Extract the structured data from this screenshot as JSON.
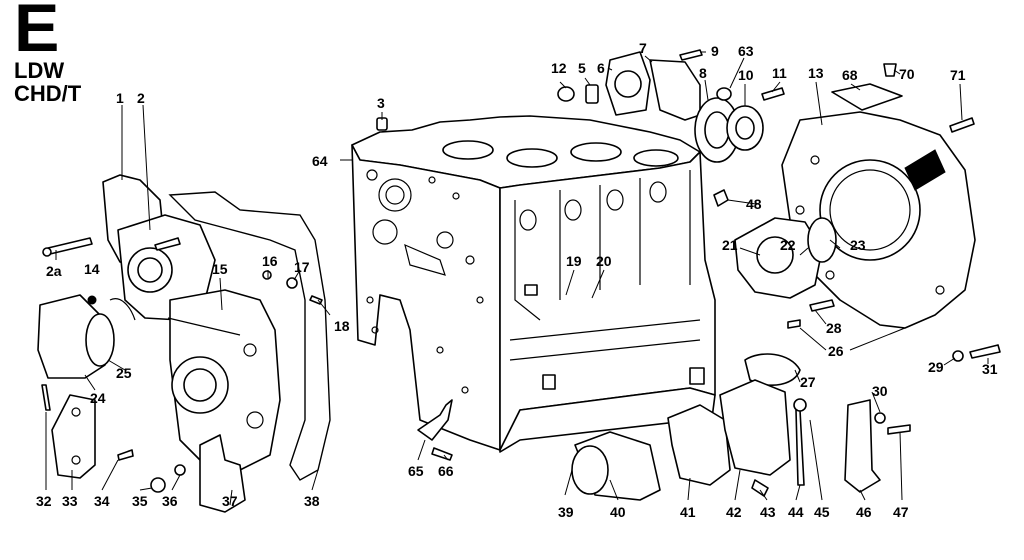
{
  "header": {
    "section_letter": "E",
    "model_line_1": "LDW",
    "model_line_2": "CHD/T"
  },
  "callouts": [
    {
      "id": "c1",
      "label": "1"
    },
    {
      "id": "c2",
      "label": "2"
    },
    {
      "id": "c2a",
      "label": "2a"
    },
    {
      "id": "c3",
      "label": "3"
    },
    {
      "id": "c5",
      "label": "5"
    },
    {
      "id": "c6",
      "label": "6"
    },
    {
      "id": "c7",
      "label": "7"
    },
    {
      "id": "c8",
      "label": "8"
    },
    {
      "id": "c9",
      "label": "9"
    },
    {
      "id": "c10",
      "label": "10"
    },
    {
      "id": "c11",
      "label": "11"
    },
    {
      "id": "c12",
      "label": "12"
    },
    {
      "id": "c13",
      "label": "13"
    },
    {
      "id": "c14",
      "label": "14"
    },
    {
      "id": "c15",
      "label": "15"
    },
    {
      "id": "c16",
      "label": "16"
    },
    {
      "id": "c17",
      "label": "17"
    },
    {
      "id": "c18",
      "label": "18"
    },
    {
      "id": "c19",
      "label": "19"
    },
    {
      "id": "c20",
      "label": "20"
    },
    {
      "id": "c21",
      "label": "21"
    },
    {
      "id": "c22",
      "label": "22"
    },
    {
      "id": "c23",
      "label": "23"
    },
    {
      "id": "c24",
      "label": "24"
    },
    {
      "id": "c25",
      "label": "25"
    },
    {
      "id": "c26",
      "label": "26"
    },
    {
      "id": "c27",
      "label": "27"
    },
    {
      "id": "c28",
      "label": "28"
    },
    {
      "id": "c29",
      "label": "29"
    },
    {
      "id": "c30",
      "label": "30"
    },
    {
      "id": "c31",
      "label": "31"
    },
    {
      "id": "c32",
      "label": "32"
    },
    {
      "id": "c33",
      "label": "33"
    },
    {
      "id": "c34",
      "label": "34"
    },
    {
      "id": "c35",
      "label": "35"
    },
    {
      "id": "c36",
      "label": "36"
    },
    {
      "id": "c37",
      "label": "37"
    },
    {
      "id": "c38",
      "label": "38"
    },
    {
      "id": "c39",
      "label": "39"
    },
    {
      "id": "c40",
      "label": "40"
    },
    {
      "id": "c41",
      "label": "41"
    },
    {
      "id": "c42",
      "label": "42"
    },
    {
      "id": "c43",
      "label": "43"
    },
    {
      "id": "c44",
      "label": "44"
    },
    {
      "id": "c45",
      "label": "45"
    },
    {
      "id": "c46",
      "label": "46"
    },
    {
      "id": "c47",
      "label": "47"
    },
    {
      "id": "c48",
      "label": "48"
    },
    {
      "id": "c63",
      "label": "63"
    },
    {
      "id": "c64",
      "label": "64"
    },
    {
      "id": "c65",
      "label": "65"
    },
    {
      "id": "c66",
      "label": "66"
    },
    {
      "id": "c68",
      "label": "68"
    },
    {
      "id": "c70",
      "label": "70"
    },
    {
      "id": "c71",
      "label": "71"
    }
  ]
}
